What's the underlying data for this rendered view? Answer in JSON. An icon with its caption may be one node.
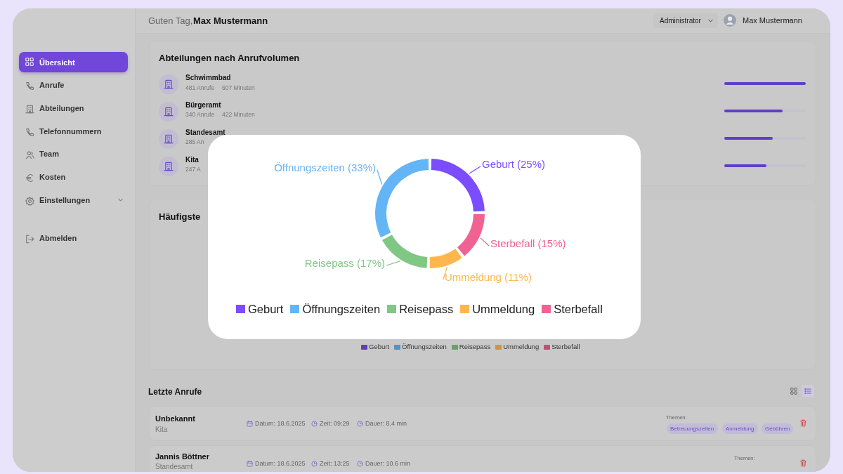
{
  "diagram": {
    "nodes": [
      {
        "text": [
          "Übersicht"
        ]
      },
      {
        "text": [
          "Administrator"
        ]
      },
      {
        "text": [
          "Abteilungen nach Anrufvolumen"
        ]
      },
      {
        "text": [
          "Häufigste"
        ]
      },
      {
        "text": [
          "Unbekannt",
          "Kita"
        ]
      },
      {
        "text": [
          "Betreuungszeiten"
        ],
        "in": 4
      },
      {
        "text": [
          "Anmeldung"
        ],
        "in": 4
      },
      {
        "text": [
          "Gebühren"
        ],
        "in": 4
      },
      {
        "text": [
          "Jannis Böttner",
          "Standesamt"
        ]
      }
    ],
    "labels": [
      "Guten Tag,",
      "Max Mustermann",
      "Anrufe",
      "Abteilungen",
      "Telefonnummern",
      "Team",
      "Kosten",
      "Einstellungen",
      "Abmelden",
      "Max Mustermann",
      "Schwimmbad",
      "481 Anrufe",
      "607 Minuten",
      "Bürgeramt",
      "340 Anrufe",
      "422 Minuten",
      "Standesamt",
      "285 An",
      "Kita",
      "247 A",
      "Letzte Anrufe",
      "Datum: 18.6.2025",
      "Zeit: 09:29",
      "Dauer: 8.4 min",
      "Themen:",
      "Datum: 18.6.2025",
      "Zeit: 13:25",
      "Dauer: 10.6 min",
      "Themen:"
    ],
    "legend": [
      {
        "text": "Geburt",
        "color": "#5e3fc4"
      },
      {
        "text": "Öffnungszeiten",
        "color": "#5b8fc0"
      },
      {
        "text": "Reisepass",
        "color": "#6b9f6e"
      },
      {
        "text": "Ummeldung",
        "color": "#c9964a"
      },
      {
        "text": "Sterbefall",
        "color": "#bc5178"
      }
    ],
    "chart_data": {
      "type": "donut",
      "categories": [
        "Geburt",
        "Öffnungszeiten",
        "Reisepass",
        "Ummeldung",
        "Sterbefall"
      ],
      "values": [
        25,
        33,
        17,
        11,
        15
      ],
      "colors": [
        "#7c4dff",
        "#64b5f6",
        "#81c784",
        "#ffb74d",
        "#f06292"
      ],
      "legend": "bottom",
      "value_labels": [
        "Geburt (25%)",
        "Öffnungszeiten (33%)",
        "Reisepass (17%)",
        "Ummeldung (11%)",
        "Sterbefall (15%)"
      ]
    }
  }
}
